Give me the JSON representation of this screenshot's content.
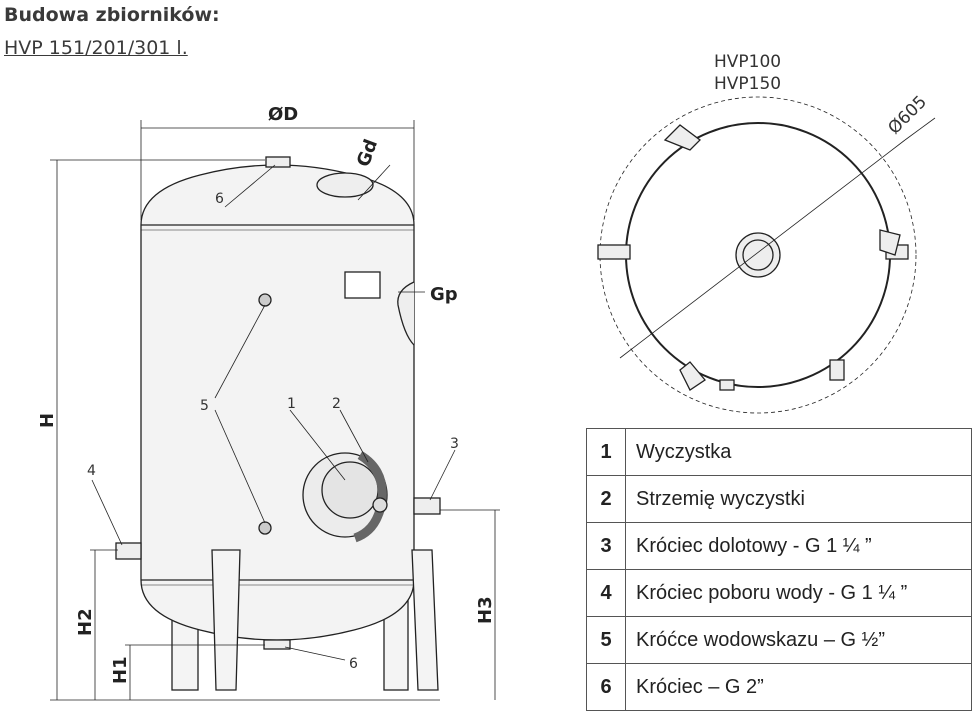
{
  "heading": "Budowa zbiorników:",
  "subheading": "HVP 151/201/301 l.",
  "drawing": {
    "dim_D": "ØD",
    "dim_Gd": "Gd",
    "dim_Gp": "Gp",
    "dim_H": "H",
    "dim_H1": "H1",
    "dim_H2": "H2",
    "dim_H3": "H3",
    "callouts": [
      "1",
      "2",
      "3",
      "4",
      "5",
      "5",
      "6",
      "6"
    ],
    "top_view_labels": [
      "HVP100",
      "HVP150"
    ],
    "top_view_dim": "Ø605"
  },
  "legend": [
    {
      "num": "1",
      "text": "Wyczystka"
    },
    {
      "num": "2",
      "text": "Strzemię wyczystki"
    },
    {
      "num": "3",
      "text": "Króciec dolotowy - G 1 ¼ ”"
    },
    {
      "num": "4",
      "text": "Króciec poboru wody - G 1 ¼ ”"
    },
    {
      "num": "5",
      "text": "Króćce wodowskazu – G ½”"
    },
    {
      "num": "6",
      "text": "Króciec – G 2”"
    }
  ]
}
